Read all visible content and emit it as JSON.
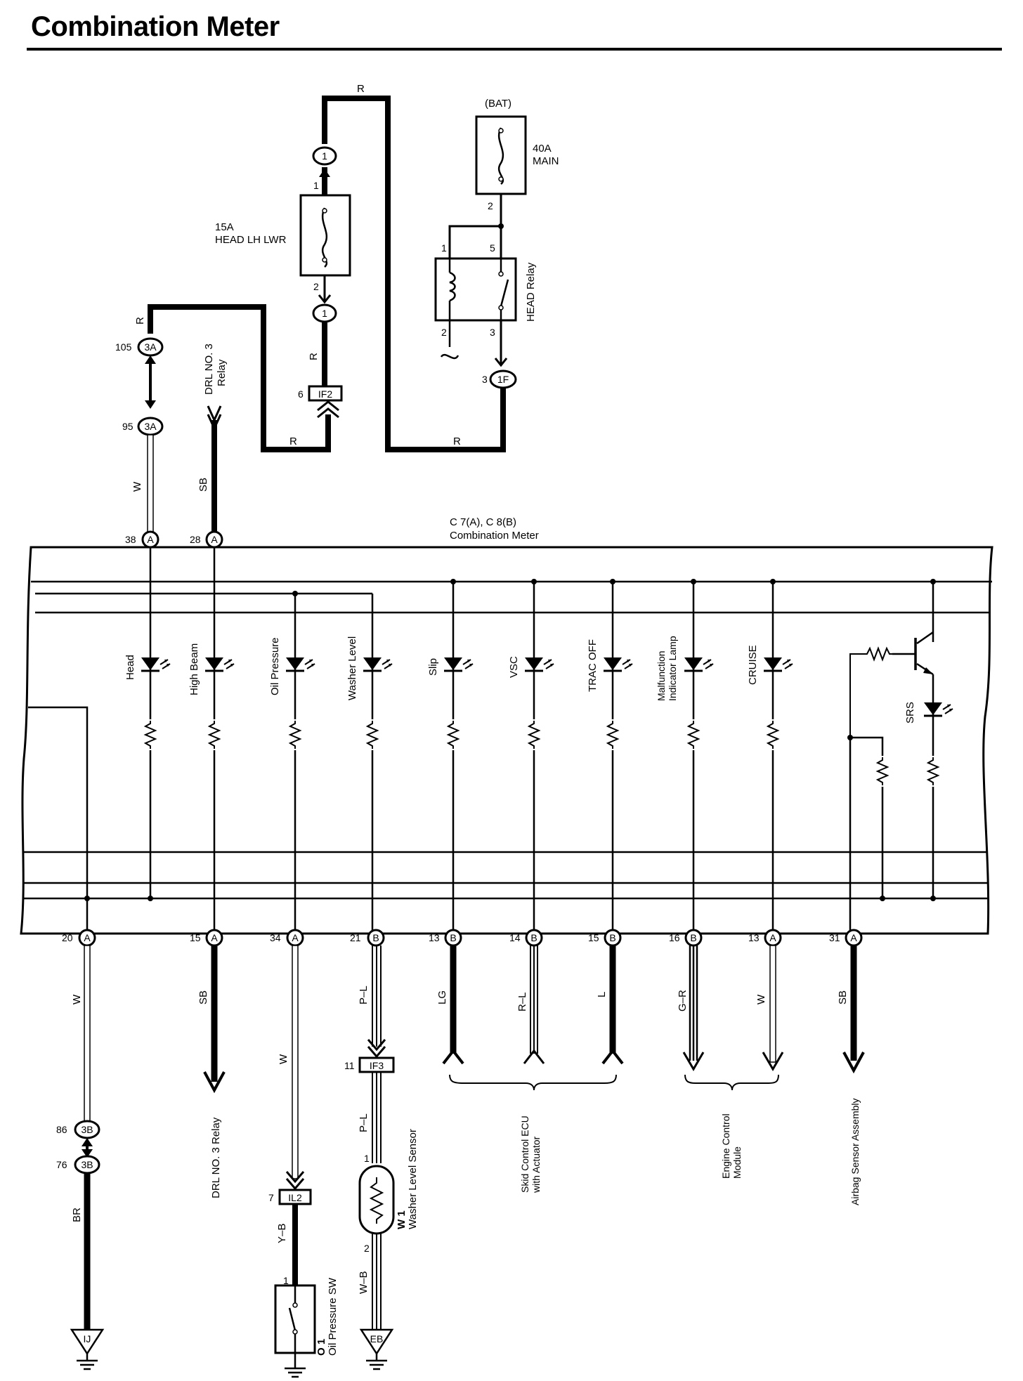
{
  "title": "Combination Meter",
  "top": {
    "wire_r": "R",
    "bat": "(BAT)",
    "fuse_main_a": "40A",
    "fuse_main_b": "MAIN",
    "fuse_head_a": "15A",
    "fuse_head_b": "HEAD LH LWR",
    "relay_name": "HEAD Relay",
    "drl_relay_a": "DRL NO. 3",
    "drl_relay_b": "Relay",
    "pin_1": "1",
    "pin_2": "2",
    "pin_3": "3",
    "pin_5": "5",
    "pin_6": "6",
    "pin_105": "105",
    "pin_95": "95",
    "pin_38": "38",
    "pin_28": "28",
    "conn_1": "1",
    "conn_3a": "3A",
    "conn_if2": "IF2",
    "conn_1f": "1F",
    "conn_a": "A",
    "conn_b": "B",
    "wire_w": "W",
    "wire_sb": "SB"
  },
  "meter": {
    "connector_line1": "C 7(A), C 8(B)",
    "connector_line2": "Combination Meter",
    "indicators": [
      "Head",
      "High Beam",
      "Oil Pressure",
      "Washer Level",
      "Slip",
      "VSC",
      "TRAC OFF",
      "CRUISE",
      "SRS"
    ],
    "mil_line1": "Malfunction",
    "mil_line2": "Indicator Lamp"
  },
  "bottom": {
    "pins": [
      "20",
      "15",
      "34",
      "21",
      "13",
      "14",
      "15",
      "16",
      "13",
      "31"
    ],
    "connectors": [
      "A",
      "A",
      "A",
      "B",
      "B",
      "B",
      "B",
      "B",
      "A",
      "A"
    ],
    "wires": [
      "W",
      "SB",
      "W",
      "P–L",
      "LG",
      "R–L",
      "L",
      "G–R",
      "W",
      "SB"
    ],
    "pin_86": "86",
    "pin_76": "76",
    "conn_3b": "3B",
    "wire_br": "BR",
    "ground_ij": "IJ",
    "drl_relay": "DRL NO. 3 Relay",
    "pin_11": "11",
    "conn_if3": "IF3",
    "wire_pl2": "P–L",
    "w1_pin1": "1",
    "w1_pin2": "2",
    "w1_code": "W 1",
    "w1_name": "Washer Level Sensor",
    "wire_wb": "W–B",
    "ground_eb": "EB",
    "pin_7": "7",
    "conn_il2": "IL2",
    "wire_yb": "Y–B",
    "o1_pin1": "1",
    "o1_code": "O 1",
    "o1_name": "Oil Pressure SW",
    "skid_a": "Skid Control ECU",
    "skid_b": "with Actuator",
    "ecm_a": "Engine Control",
    "ecm_b": "Module",
    "airbag": "Airbag Sensor Assembly"
  }
}
